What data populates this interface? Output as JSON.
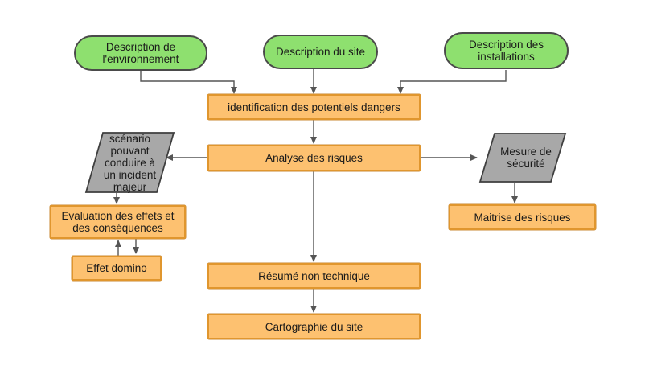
{
  "nodes": {
    "desc_env": "Description de l'environnement",
    "desc_site": "Description du site",
    "desc_install": "Description des installations",
    "identification": "identification des potentiels dangers",
    "analyse": "Analyse des risques",
    "scenario": "scénario pouvant conduire à un incident majeur",
    "mesure": "Mesure de sécurité",
    "evaluation": "Evaluation des effets et des conséquences",
    "maitrise": "Maitrise des risques",
    "domino": "Effet domino",
    "resume": "Résumé non technique",
    "cartographie": "Cartographie du site"
  },
  "colors": {
    "start_fill": "#8ee06f",
    "process_fill": "#fdc170",
    "process_border": "#e0962e",
    "decision_fill": "#a8a8a8",
    "connector": "#555555"
  }
}
